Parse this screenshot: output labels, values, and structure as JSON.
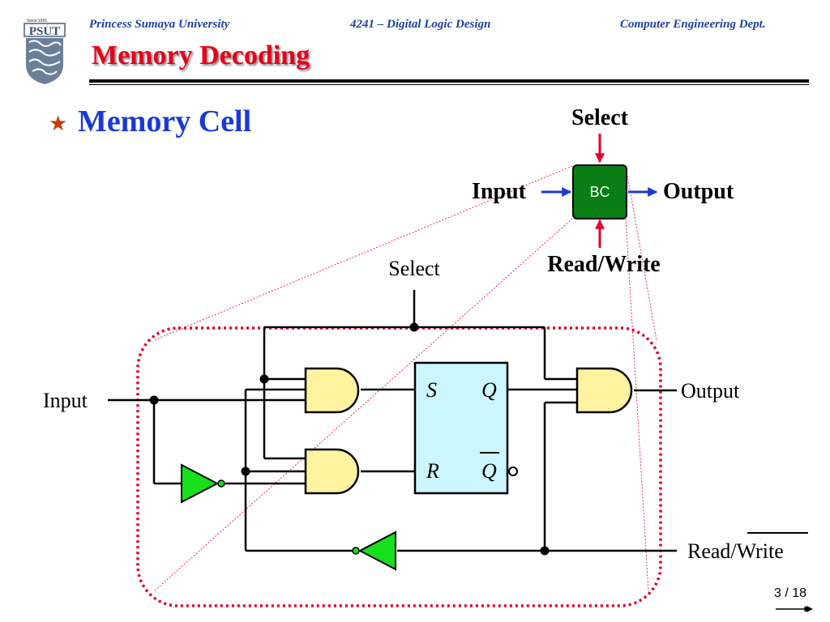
{
  "header": {
    "university": "Princess Sumaya University",
    "course": "4241 – Digital Logic Design",
    "department": "Computer Engineering Dept."
  },
  "logo": {
    "since": "Since 1991",
    "text": "PSUT"
  },
  "slide": {
    "title": "Memory Decoding",
    "section": "Memory Cell"
  },
  "block": {
    "select": "Select",
    "input": "Input",
    "box": "BC",
    "output": "Output",
    "rw": "Read/Write"
  },
  "circuit": {
    "select": "Select",
    "input": "Input",
    "output": "Output",
    "rw": "Read/Write",
    "ff_s": "S",
    "ff_r": "R",
    "ff_q": "Q",
    "ff_qbar": "Q"
  },
  "page": "3 / 18",
  "colors": {
    "header_blue": "#1f3fa8",
    "title_red": "#e6001a",
    "section_blue": "#1a3ad6",
    "bc_green": "#0a7d14",
    "gate_yellow": "#fff3a0",
    "inverter_green": "#16e01c",
    "ff_fill": "#ccf6ff",
    "dotted_red": "#e0002a"
  }
}
